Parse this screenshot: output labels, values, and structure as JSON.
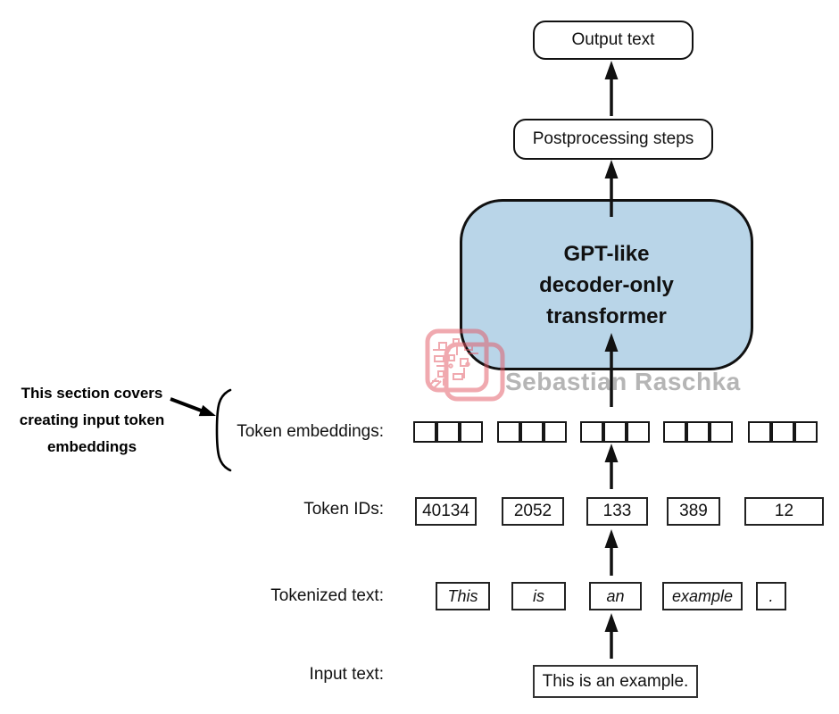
{
  "boxes": {
    "output_text": "Output text",
    "postprocessing": "Postprocessing steps",
    "transformer": [
      "GPT-like",
      "decoder-only",
      "transformer"
    ]
  },
  "annotation": {
    "lines": [
      "This section covers",
      "creating input token",
      "embeddings"
    ]
  },
  "rows": {
    "token_embeddings": {
      "label": "Token embeddings:",
      "groups": 5,
      "cells_per_group": 3
    },
    "token_ids": {
      "label": "Token IDs:",
      "values": [
        "40134",
        "2052",
        "133",
        "389",
        "12"
      ]
    },
    "tokenized": {
      "label": "Tokenized text:",
      "values": [
        "This",
        "is",
        "an",
        "example",
        "."
      ]
    },
    "input": {
      "label": "Input text:",
      "value": "This is an example."
    }
  },
  "watermark": {
    "text": "Sebastian Raschka",
    "logo": "circuit-chip-logo"
  },
  "colors": {
    "transformer_fill": "#b9d5e8",
    "outline": "#111111",
    "watermark_gray": "#b5b5b5",
    "watermark_red": "#e25562"
  }
}
